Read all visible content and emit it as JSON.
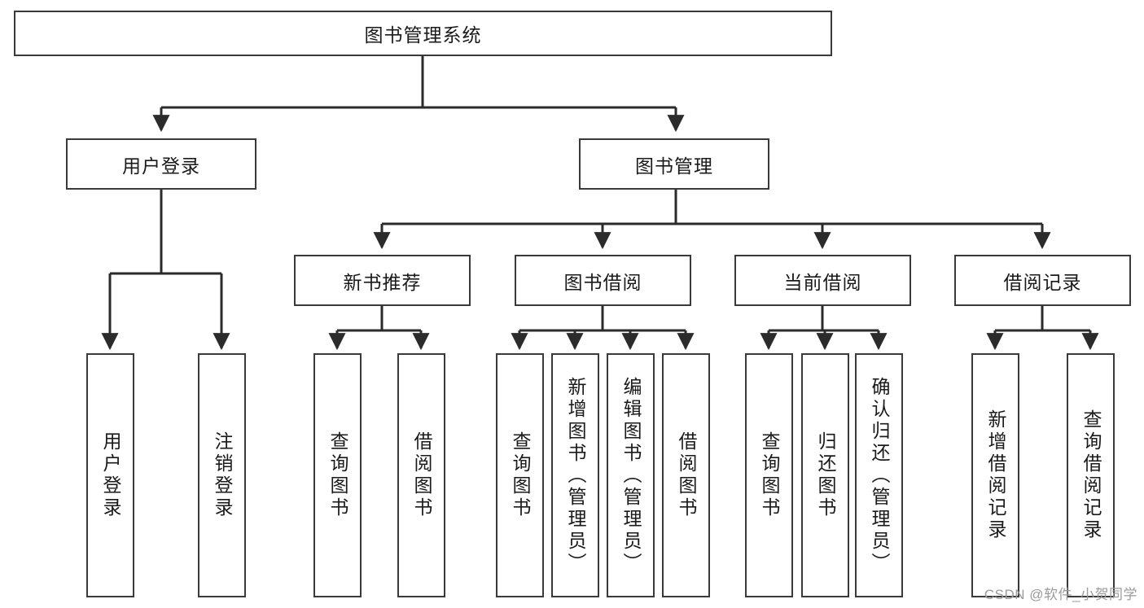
{
  "diagram": {
    "title": "图书管理系统",
    "type": "tree",
    "watermark": "CSDN @软件_小贺同学",
    "colors": {
      "box_border": "#3a3a3a",
      "box_fill": "#ffffff",
      "edge": "#2b2b2b",
      "text": "#1a1a1a",
      "watermark": "#9b9b9b",
      "background": "#ffffff"
    },
    "root": {
      "label": "图书管理系统"
    },
    "level2": [
      {
        "label": "用户登录"
      },
      {
        "label": "图书管理"
      }
    ],
    "level3": [
      {
        "label": "新书推荐"
      },
      {
        "label": "图书借阅"
      },
      {
        "label": "当前借阅"
      },
      {
        "label": "借阅记录"
      }
    ],
    "leaves": {
      "user_login": [
        {
          "label": "用户登录"
        },
        {
          "label": "注销登录"
        }
      ],
      "new_book_recommend": [
        {
          "label": "查询图书"
        },
        {
          "label": "借阅图书"
        }
      ],
      "book_borrow": [
        {
          "label": "查询图书"
        },
        {
          "label": "新增图书（管理员）"
        },
        {
          "label": "编辑图书（管理员）"
        },
        {
          "label": "借阅图书"
        }
      ],
      "current_borrow": [
        {
          "label": "查询图书"
        },
        {
          "label": "归还图书"
        },
        {
          "label": "确认归还（管理员）"
        }
      ],
      "borrow_record": [
        {
          "label": "新增借阅记录"
        },
        {
          "label": "查询借阅记录"
        }
      ]
    }
  }
}
